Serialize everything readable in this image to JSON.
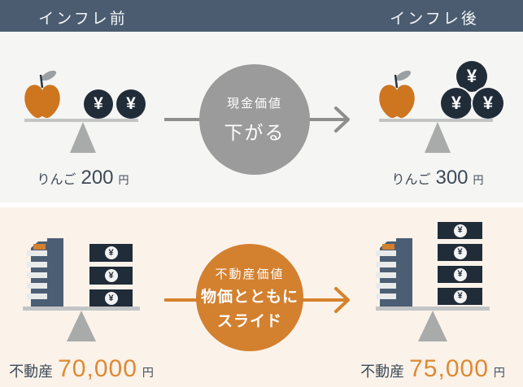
{
  "header": {
    "before_label": "インフレ前",
    "after_label": "インフレ後"
  },
  "symbols": {
    "yen": "¥"
  },
  "cash": {
    "circle": {
      "line1": "現金価値",
      "line2": "下がる"
    },
    "before": {
      "item": "りんご",
      "price": "200",
      "unit": "円",
      "coin_count": 2
    },
    "after": {
      "item": "りんご",
      "price": "300",
      "unit": "円",
      "coin_count": 3
    }
  },
  "property": {
    "circle": {
      "line1": "不動産価値",
      "line2": "物価とともに",
      "line3": "スライド"
    },
    "before": {
      "item": "不動産",
      "price": "70,000",
      "unit": "円",
      "bill_count": 3
    },
    "after": {
      "item": "不動産",
      "price": "75,000",
      "unit": "円",
      "bill_count": 4
    }
  },
  "colors": {
    "header_bar": "#4b5c71",
    "top_background": "#f5f5f3",
    "bottom_background": "#fbf2ea",
    "coin_bill_navy": "#212c39",
    "building_blue": "#4c5e74",
    "cash_circle_gray": "#9b9b9b",
    "property_circle_orange": "#d3802f",
    "apple_orange": "#ce7520",
    "price_orange": "#dd8a33",
    "text_navy": "#3e4a57"
  }
}
